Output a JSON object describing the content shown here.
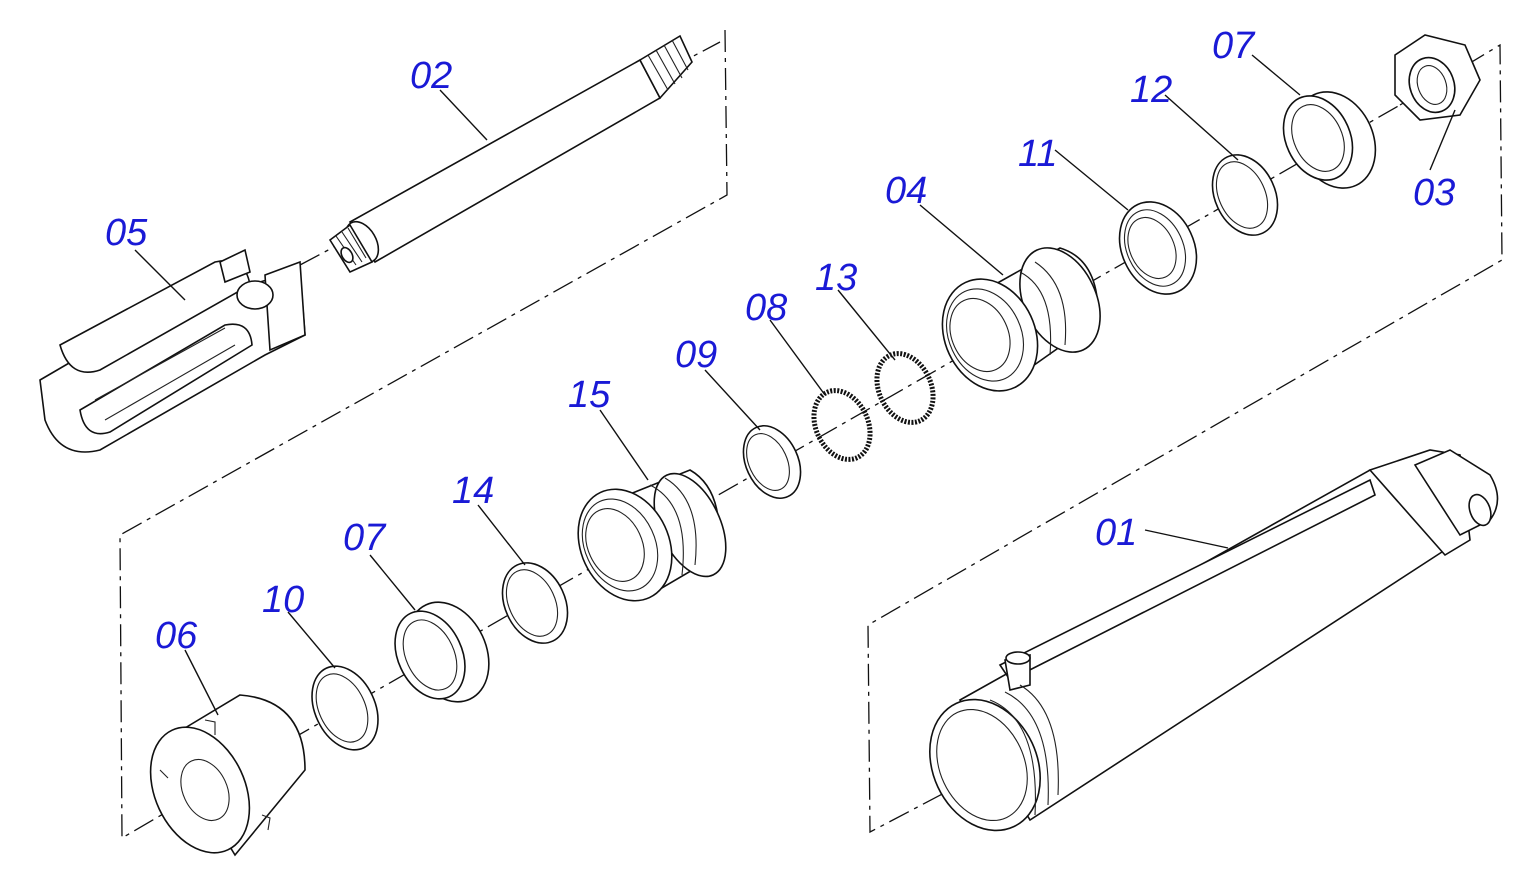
{
  "labels": {
    "p01": "01",
    "p02": "02",
    "p03": "03",
    "p04": "04",
    "p05": "05",
    "p06": "06",
    "p07a": "07",
    "p07b": "07",
    "p08": "08",
    "p09": "09",
    "p10": "10",
    "p11": "11",
    "p12": "12",
    "p13": "13",
    "p14": "14",
    "p15": "15"
  },
  "colors": {
    "label": "#1a1ad6",
    "line": "#111111",
    "background": "#ffffff"
  }
}
